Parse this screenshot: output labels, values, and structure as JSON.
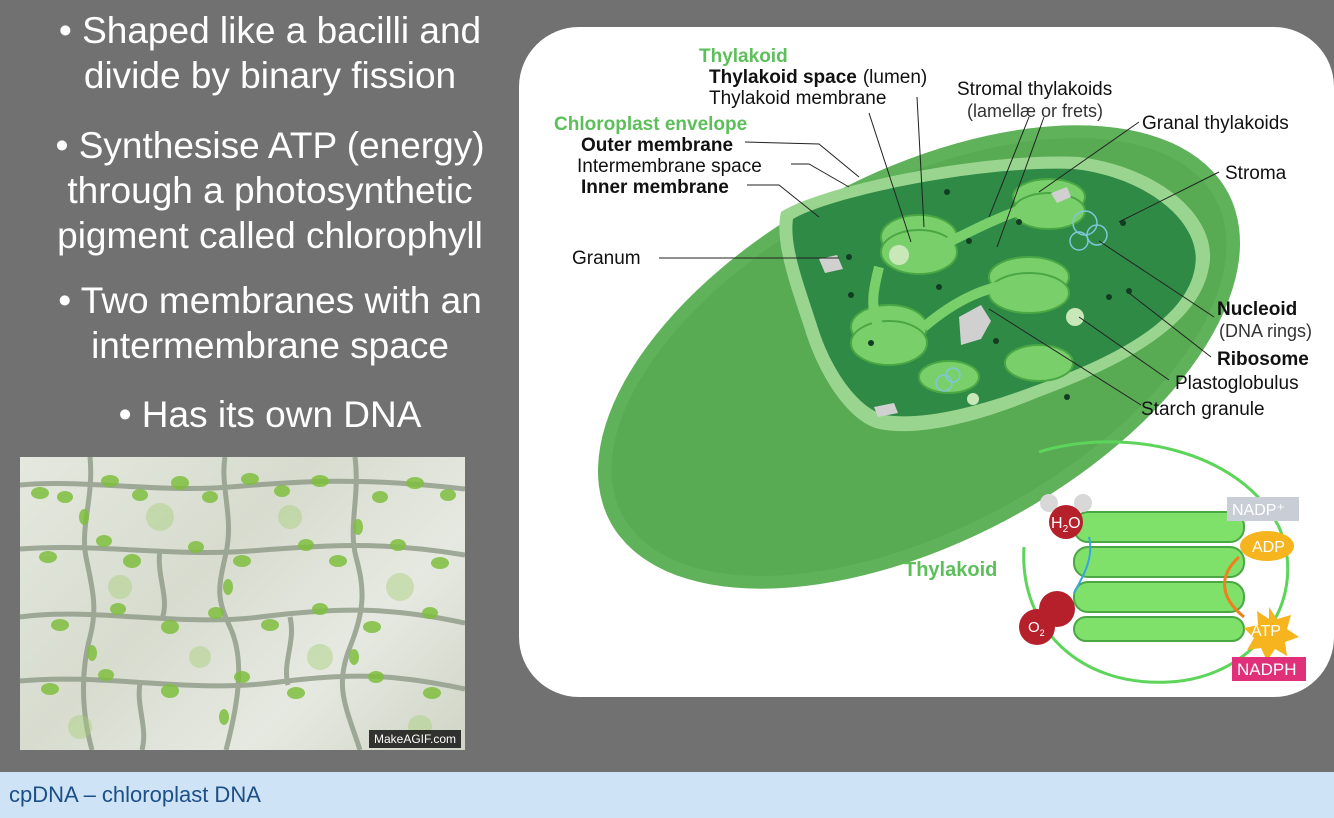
{
  "bullets": [
    {
      "lines": [
        "• Shaped like a bacilli and",
        "divide by binary fission"
      ]
    },
    {
      "lines": [
        "• Synthesise ATP (energy)",
        "through a photosynthetic",
        "pigment called chlorophyll"
      ]
    },
    {
      "lines": [
        "• Two membranes with an",
        "intermembrane space"
      ]
    },
    {
      "lines": [
        "• Has its own DNA"
      ]
    }
  ],
  "micrograph": {
    "credit": "MakeAGIF.com"
  },
  "diagram": {
    "thylakoid_heading": "Thylakoid",
    "thylakoid_space_bold": "Thylakoid space",
    "thylakoid_space_note": "(lumen)",
    "thylakoid_membrane": "Thylakoid membrane",
    "stromal_thylakoids": "Stromal thylakoids",
    "stromal_thylakoids_note": "(lamellæ or frets)",
    "granal_thylakoids": "Granal thylakoids",
    "envelope_heading": "Chloroplast envelope",
    "outer_membrane": "Outer membrane",
    "intermembrane_space": "Intermembrane space",
    "inner_membrane": "Inner membrane",
    "stroma": "Stroma",
    "granum": "Granum",
    "nucleoid": "Nucleoid",
    "nucleoid_note": "(DNA rings)",
    "ribosome": "Ribosome",
    "plastoglobulus": "Plastoglobulus",
    "starch_granule": "Starch granule",
    "inset": {
      "title": "Thylakoid",
      "h2o_h": "H",
      "h2o_sub": "2",
      "h2o_o": "O",
      "o2_o": "O",
      "o2_sub": "2",
      "nadp_plus": "NADP⁺",
      "adp": "ADP",
      "atp": "ATP",
      "nadph": "NADPH"
    }
  },
  "caption": "cpDNA – chloroplast DNA",
  "colors": {
    "background": "#717171",
    "chloroplast_green": "#5fb25a",
    "label_green": "#5cbf5a",
    "caption_bar": "#cfe3f6",
    "caption_text": "#1c4f86",
    "nadph": "#e0307a",
    "adp_atp": "#f6b51e",
    "water_red": "#b5202b"
  }
}
